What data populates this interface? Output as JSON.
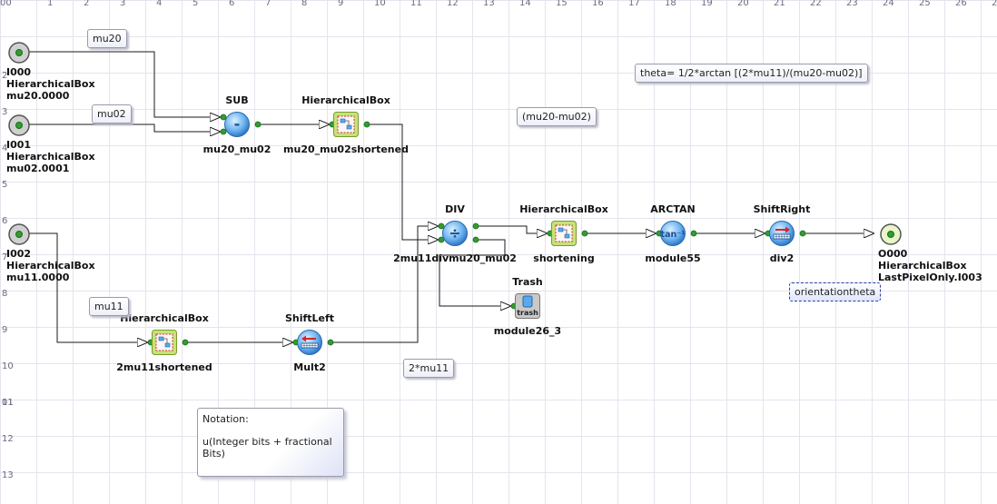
{
  "rulers": {
    "top": [
      "00",
      "1",
      "2",
      "3",
      "4",
      "5",
      "6",
      "7",
      "8",
      "9",
      "10",
      "11",
      "12",
      "13",
      "14",
      "15",
      "16",
      "17",
      "18",
      "19",
      "20",
      "21",
      "22",
      "23",
      "24",
      "25",
      "26",
      "2"
    ],
    "left": [
      "01",
      "2",
      "3",
      "4",
      "5",
      "6",
      "7",
      "8",
      "9",
      "10",
      "11",
      "12",
      "13"
    ]
  },
  "inputs": {
    "i000": {
      "line1": "I000",
      "line2": "HierarchicalBox",
      "line3": "mu20.0000"
    },
    "i001": {
      "line1": "I001",
      "line2": "HierarchicalBox",
      "line3": "mu02.0001"
    },
    "i002": {
      "line1": "I002",
      "line2": "HierarchicalBox",
      "line3": "mu11.0000"
    }
  },
  "output": {
    "line1": "O000",
    "line2": "HierarchicalBox",
    "line3": "LastPixelOnly.I003"
  },
  "blocks": {
    "sub": {
      "type": "SUB",
      "name": "mu20_mu02",
      "glyph": "-"
    },
    "hbox1": {
      "type": "HierarchicalBox",
      "name": "mu20_mu02shortened"
    },
    "div": {
      "type": "DIV",
      "name": "2mu11divmu20_mu02",
      "glyph": "÷"
    },
    "hbox2": {
      "type": "HierarchicalBox",
      "name": "shortening"
    },
    "arctan": {
      "type": "ARCTAN",
      "name": "module55",
      "glyph": "tan⁻¹"
    },
    "shiftright": {
      "type": "ShiftRight",
      "name": "div2"
    },
    "trash": {
      "type": "Trash",
      "name": "module26_3",
      "glyph": "trash"
    },
    "hbox3": {
      "type": "HierarchicalBox",
      "name": "2mu11shortened"
    },
    "shiftleft": {
      "type": "ShiftLeft",
      "name": "Mult2"
    }
  },
  "notes": {
    "mu20": "mu20",
    "mu02": "mu02",
    "mu11": "mu11",
    "theta": "theta= 1/2*arctan [(2*mu11)/(mu20-mu02)]",
    "diff": "(mu20-mu02)",
    "twomu11": "2*mu11",
    "orientation": "orientationtheta",
    "notation_title": "Notation:",
    "notation_body": "u(Integer bits + fractional Bits)"
  },
  "colors": {
    "wire": "#1a1a1a",
    "port": "#2f9e2f",
    "grid": "#e4e4ee",
    "op_blue": "#5aa8ef",
    "hbox_green": "#b9dc6a"
  }
}
